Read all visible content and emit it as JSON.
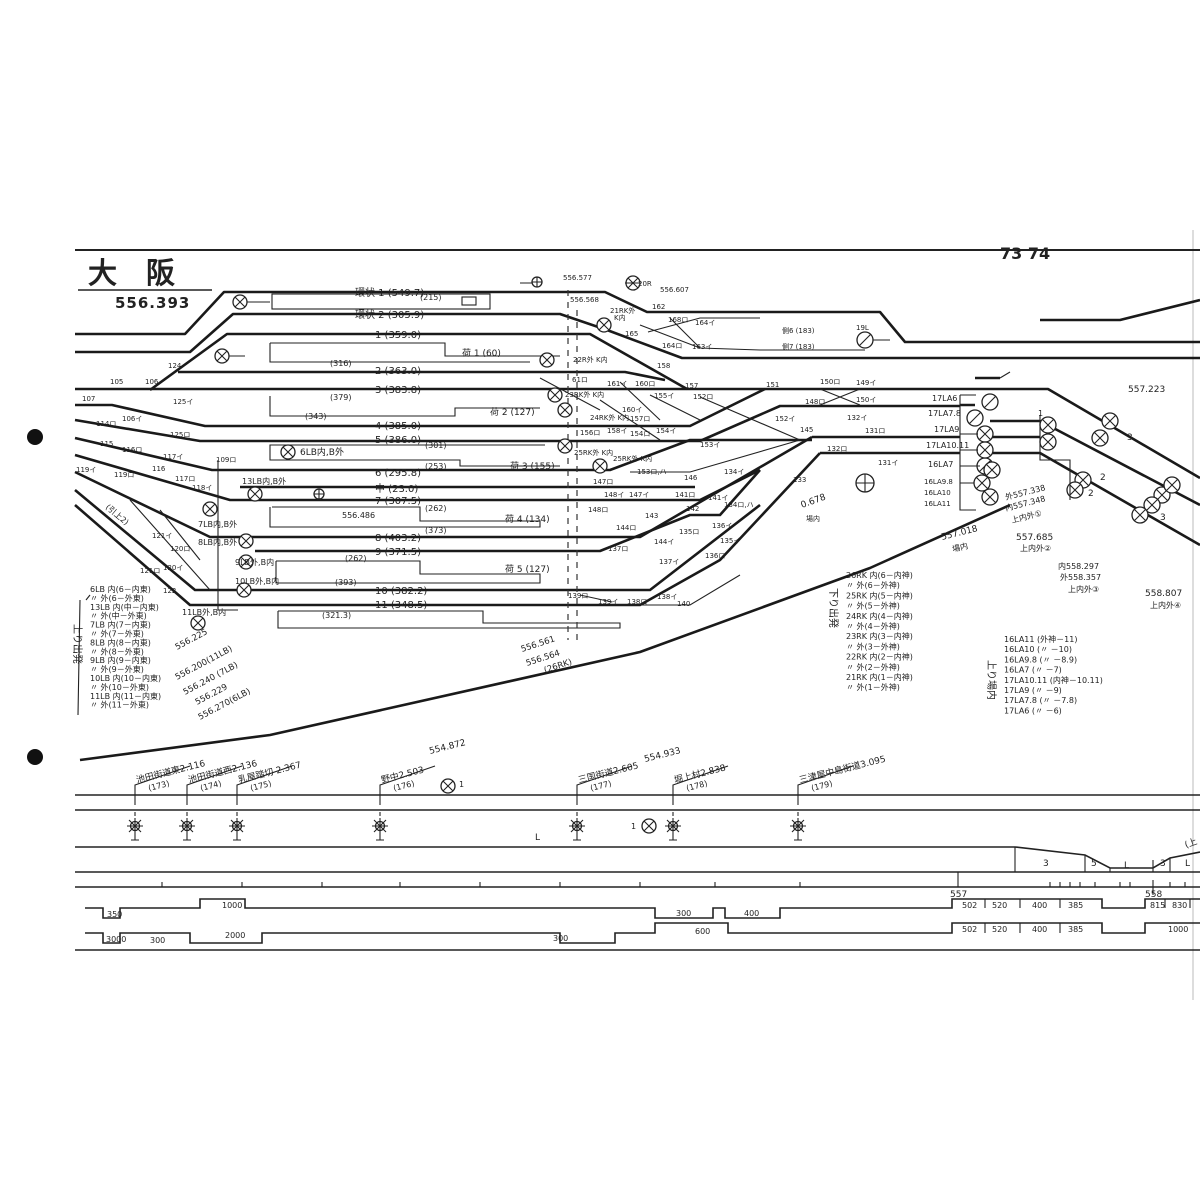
{
  "header": {
    "station": "大　阪",
    "station_km": "556.393",
    "page_numbers": "73  74"
  },
  "tracks": [
    "環状 1 (549.7)",
    "(215)",
    "環状 2 (305.9)",
    "1 (359.0)",
    "荷 1 (60)",
    "(316)",
    "2 (363.0)",
    "3 (383.8)",
    "(379)",
    "(343)",
    "荷 2 (127)",
    "4 (385.0)",
    "5 (386.0)",
    "(301)",
    "6LB内,B外",
    "(253)",
    "荷 3 (155)",
    "6 (295.8)",
    "13LB内,B外",
    "中 (23.0)",
    "7 (307.5)",
    "556.486",
    "(262)",
    "荷 4 (134)",
    "7LB内,B外",
    "(373)",
    "8LB内,B外",
    "8 (403.2)",
    "9 (371.5)",
    "9LB外,B内",
    "(262)",
    "荷 5 (127)",
    "(393)",
    "10LB外,B内",
    "10 (382.2)",
    "11 (348.5)",
    "11LB外,B内",
    "(321.3)",
    "(引上2)"
  ],
  "km_posts_left": [
    "556.225",
    "556.200(11LB)",
    "556.240 (7LB)",
    "556.229",
    "556.270(6LB)",
    "556.561",
    "556.564",
    "(26RK)"
  ],
  "switches_left": [
    "105",
    "106",
    "124",
    "107",
    "125イ",
    "106イ",
    "114ロ",
    "125ロ",
    "115",
    "116ロ",
    "117イ",
    "116",
    "117ロ",
    "109ロ",
    "118イ",
    "119イ",
    "119ロ",
    "121イ",
    "120ロ",
    "120イ",
    "121ロ",
    "122"
  ],
  "middle_labels": [
    "556.577",
    "20R",
    "556.607",
    "556.568",
    "162",
    "21RK外",
    "K内",
    "168ロ",
    "164イ",
    "165",
    "164ロ",
    "163イ",
    "側6 (183)",
    "側7 (183)",
    "19L",
    "22R外 K内",
    "158",
    "61ロ",
    "161イ",
    "160ロ",
    "157",
    "151",
    "150ロ",
    "149イ",
    "23RK外 K内",
    "155イ",
    "152ロ",
    "148ロ",
    "150イ",
    "24RK外 K内",
    "160イ",
    "156ロ",
    "158イ",
    "157ロ",
    "154ロ",
    "154イ",
    "152イ",
    "145",
    "132イ",
    "153イ",
    "131ロ",
    "132ロ",
    "131イ",
    "25RK外 K内",
    "25RK外 K内",
    "153ロ,ハ",
    "146",
    "134イ",
    "133",
    "147ロ",
    "148イ",
    "147イ",
    "141ロ",
    "141イ",
    "142",
    "134ロ,ハ",
    "148ロ",
    "143",
    "144ロ",
    "137ロ",
    "144イ",
    "135ロ",
    "136イ",
    "135イ",
    "136ロ",
    "137イ",
    "139ロ",
    "139イ",
    "138ロ",
    "138イ",
    "140",
    "0.678",
    "場内"
  ],
  "right_labels": [
    "17LA6",
    "17LA7.8",
    "17LA9",
    "17LA10.11",
    "16LA7",
    "16LA9.8",
    "16LA10",
    "16LA11",
    "1",
    "557.223",
    "3",
    "2",
    "2",
    "3",
    "外557.338",
    "内557.348",
    "上内外①",
    "557.018",
    "場内",
    "557.685",
    "上内外②",
    "内558.297",
    "外558.357",
    "上内外③",
    "558.807",
    "上内外④"
  ],
  "legend_up_departure": {
    "title": "上り出発",
    "items": [
      "6LB 内(6－内東)",
      "〃 外(6－外東)",
      "13LB 内(中－内東)",
      "〃 外(中－外東)",
      "7LB 内(7－内東)",
      "〃 外(7－外東)",
      "8LB 内(8－内東)",
      "〃 外(8－外東)",
      "9LB 内(9－内東)",
      "〃 外(9－外東)",
      "10LB 内(10－内東)",
      "〃 外(10－外東)",
      "11LB 内(11－内東)",
      "〃 外(11－外東)"
    ]
  },
  "legend_down_departure": {
    "title": "下り出発",
    "items": [
      "26RK 内(6－内神)",
      "〃 外(6－外神)",
      "25RK 内(5－内神)",
      "〃 外(5－外神)",
      "24RK 内(4－内神)",
      "〃 外(4－外神)",
      "23RK 内(3－内神)",
      "〃 外(3－外神)",
      "22RK 内(2－内神)",
      "〃 外(2－外神)",
      "21RK 内(1－内神)",
      "〃 外(1－外神)"
    ]
  },
  "legend_up_home": {
    "title": "上り場内",
    "items": [
      "16LA11 (外神－11)",
      "16LA10 (〃 －10)",
      "16LA9.8 (〃 －8.9)",
      "16LA7 (〃 －7)",
      "17LA10.11 (内神－10.11)",
      "17LA9 (〃 －9)",
      "17LA7.8 (〃 －7.8)",
      "17LA6 (〃 －6)"
    ]
  },
  "crossings": [
    {
      "name": "池田街道東2.116",
      "no": "(173)"
    },
    {
      "name": "池田街道西2.136",
      "no": "(174)"
    },
    {
      "name": "乳屋踏切 2.367",
      "no": "(175)"
    },
    {
      "name": "野中2.503",
      "no": "(176)"
    },
    {
      "name": "三国街道2.605",
      "no": "(177)"
    },
    {
      "name": "堀上村2.838",
      "no": "(178)"
    },
    {
      "name": "三津屋中島街道3.095",
      "no": "(179)"
    }
  ],
  "bottom_signals": [
    "554.872",
    "1",
    "554.933",
    "1"
  ],
  "gradient": [
    "L",
    "3",
    "5",
    "L",
    "3",
    "L",
    "(上"
  ],
  "kilometers": [
    "557",
    "558"
  ],
  "curve_row1": [
    "350",
    "1000",
    "300",
    "400",
    "502",
    "520",
    "400",
    "385",
    "815",
    "830"
  ],
  "curve_row2": [
    "3000",
    "300",
    "2000",
    "300",
    "600",
    "502",
    "520",
    "400",
    "385",
    "1000"
  ]
}
